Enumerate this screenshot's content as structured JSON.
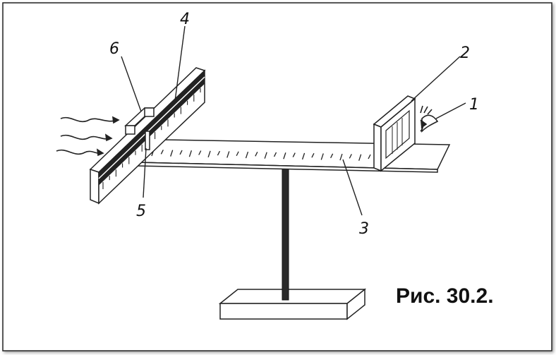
{
  "figure": {
    "caption": "Рис. 30.2.",
    "parts": [
      {
        "id": "part-1",
        "label": "1"
      },
      {
        "id": "part-2",
        "label": "2"
      },
      {
        "id": "part-3",
        "label": "3"
      },
      {
        "id": "part-4",
        "label": "4"
      },
      {
        "id": "part-5",
        "label": "5"
      },
      {
        "id": "part-6",
        "label": "6"
      }
    ]
  }
}
